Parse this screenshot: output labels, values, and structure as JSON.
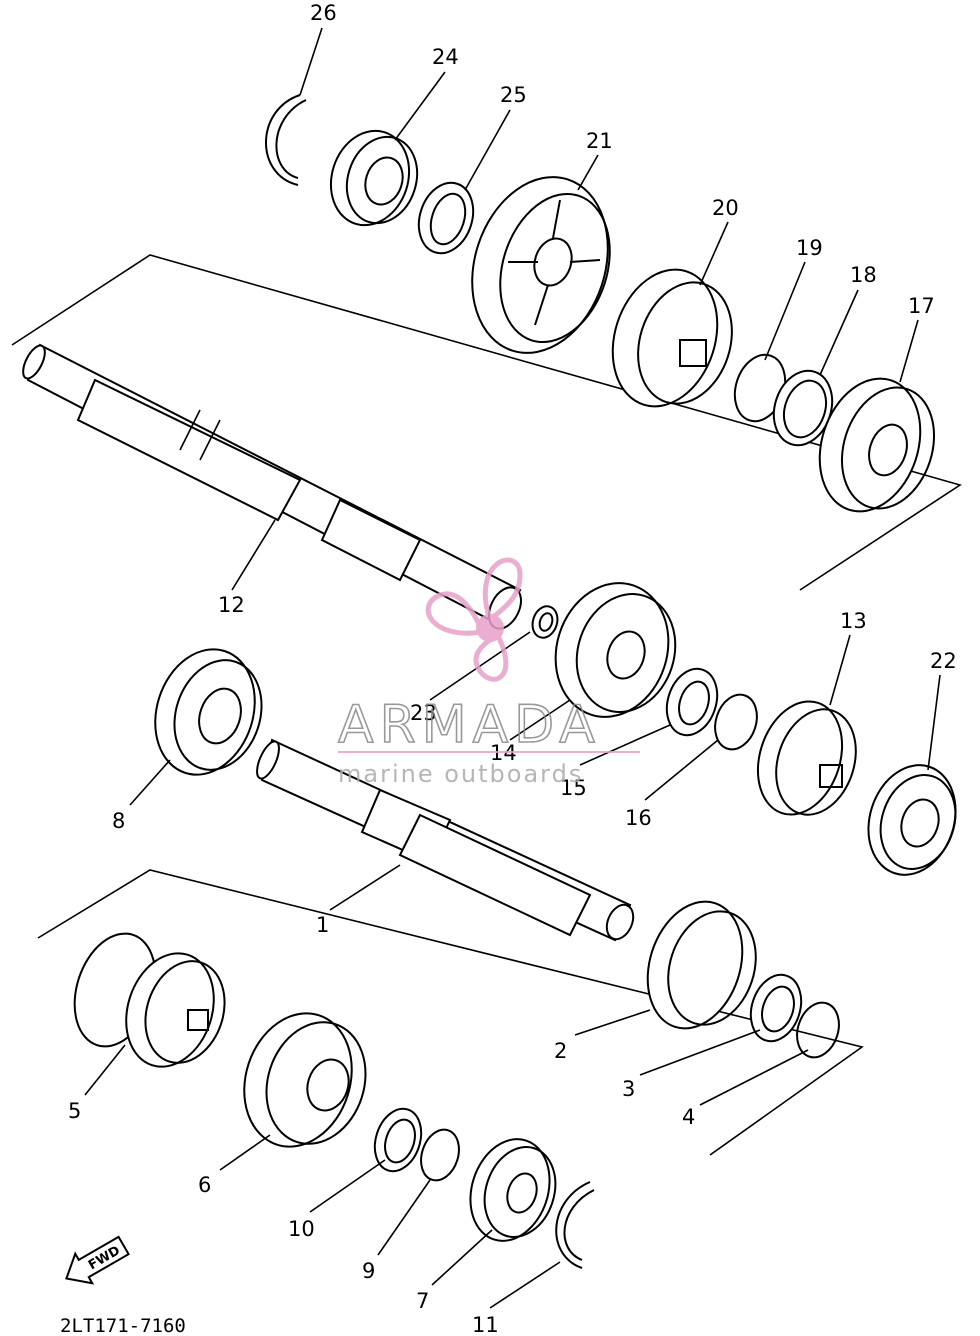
{
  "diagram": {
    "part_numbers": [
      "1",
      "2",
      "3",
      "4",
      "5",
      "6",
      "7",
      "8",
      "9",
      "10",
      "11",
      "12",
      "13",
      "14",
      "15",
      "16",
      "17",
      "18",
      "19",
      "20",
      "21",
      "22",
      "23",
      "24",
      "25",
      "26"
    ],
    "drawing_code": "2LT171-7160",
    "fwd_label": "FWD"
  },
  "watermark": {
    "brand": "ARMADA",
    "tagline": "marine outboards",
    "color": "#e8a0c8"
  }
}
